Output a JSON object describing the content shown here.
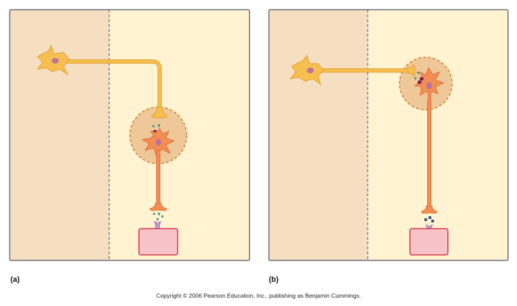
{
  "panels": [
    {
      "label": "(a)"
    },
    {
      "label": "(b)"
    }
  ],
  "footer": {
    "copyright": "Copyright © 2006 Pearson Education, Inc., publishing as Benjamin Cummings."
  },
  "colors": {
    "left_region": "#f6dfc1",
    "right_region": "#fff3d2",
    "panel_border": "#6a6a78",
    "divider": "#5b5aa0",
    "sensory_neuron": "#f6bf4f",
    "sensory_neuron_edge": "#e2a02c",
    "motor_neuron": "#f28e54",
    "motor_neuron_edge": "#e06f36",
    "nucleus": "#b8739e",
    "ganglion_fill": "#efc89a",
    "ganglion_edge": "#d07a28",
    "target_cell": "#f7c2c8",
    "target_cell_edge": "#d2334a",
    "receptor": "#c79ad3",
    "neurotransmitter_green": "#3d8f6e",
    "neurotransmitter_blue": "#36597a",
    "vesicle": "#7a2050"
  }
}
